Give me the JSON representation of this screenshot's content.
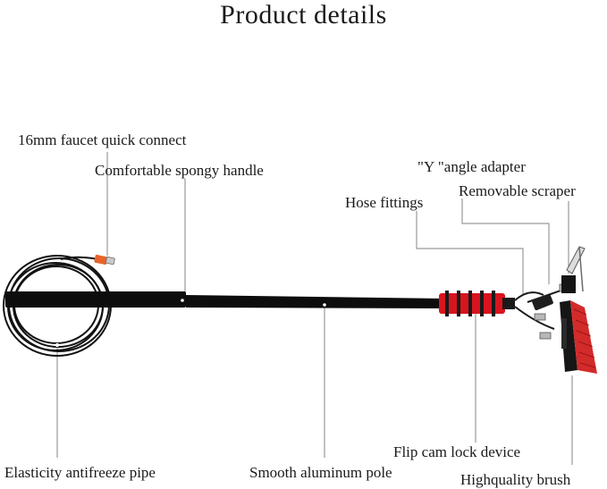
{
  "title": "Product details",
  "labels": {
    "faucet": "16mm faucet quick connect",
    "handle": "Comfortable spongy handle",
    "angle_adapter": "\"Y \"angle adapter",
    "scraper": "Removable scraper",
    "hose_fittings": "Hose fittings",
    "pipe": "Elasticity antifreeze pipe",
    "pole": "Smooth aluminum pole",
    "flip_lock": "Flip cam lock device",
    "brush": "Highquality brush"
  },
  "colors": {
    "pole": "#0d0d0d",
    "lock_red": "#d8141e",
    "brush_red": "#d32a2a",
    "leader_line": "#9a9a9a",
    "connector_orange": "#e8642a"
  }
}
